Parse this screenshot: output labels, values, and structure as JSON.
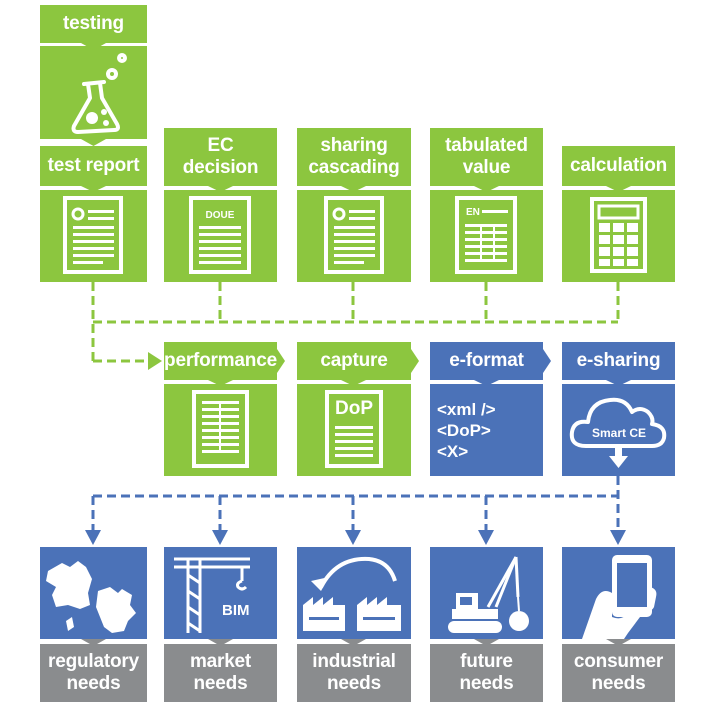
{
  "top_labels": {
    "testing": "testing",
    "test_report": "test report",
    "ec_decision": [
      "EC",
      "decision"
    ],
    "sharing_cascading": [
      "sharing",
      "cascading"
    ],
    "tabulated_value": [
      "tabulated",
      "value"
    ],
    "calculation": "calculation"
  },
  "doc_tags": {
    "doue": "DOUE",
    "en": "EN",
    "dop": "DoP"
  },
  "middle_labels": {
    "performance": "performance",
    "capture": "capture",
    "e_format": "e-format",
    "e_sharing": "e-sharing"
  },
  "code_lines": [
    "<xml />",
    "<DoP>",
    "<X>"
  ],
  "smart_ce": "Smart CE",
  "bim": "BIM",
  "needs": [
    [
      "regulatory",
      "needs"
    ],
    [
      "market",
      "needs"
    ],
    [
      "industrial",
      "needs"
    ],
    [
      "future",
      "needs"
    ],
    [
      "consumer",
      "needs"
    ]
  ],
  "colors": {
    "green": "#8cc63f",
    "blue": "#4b72b8",
    "gray": "#8a8c8e"
  }
}
